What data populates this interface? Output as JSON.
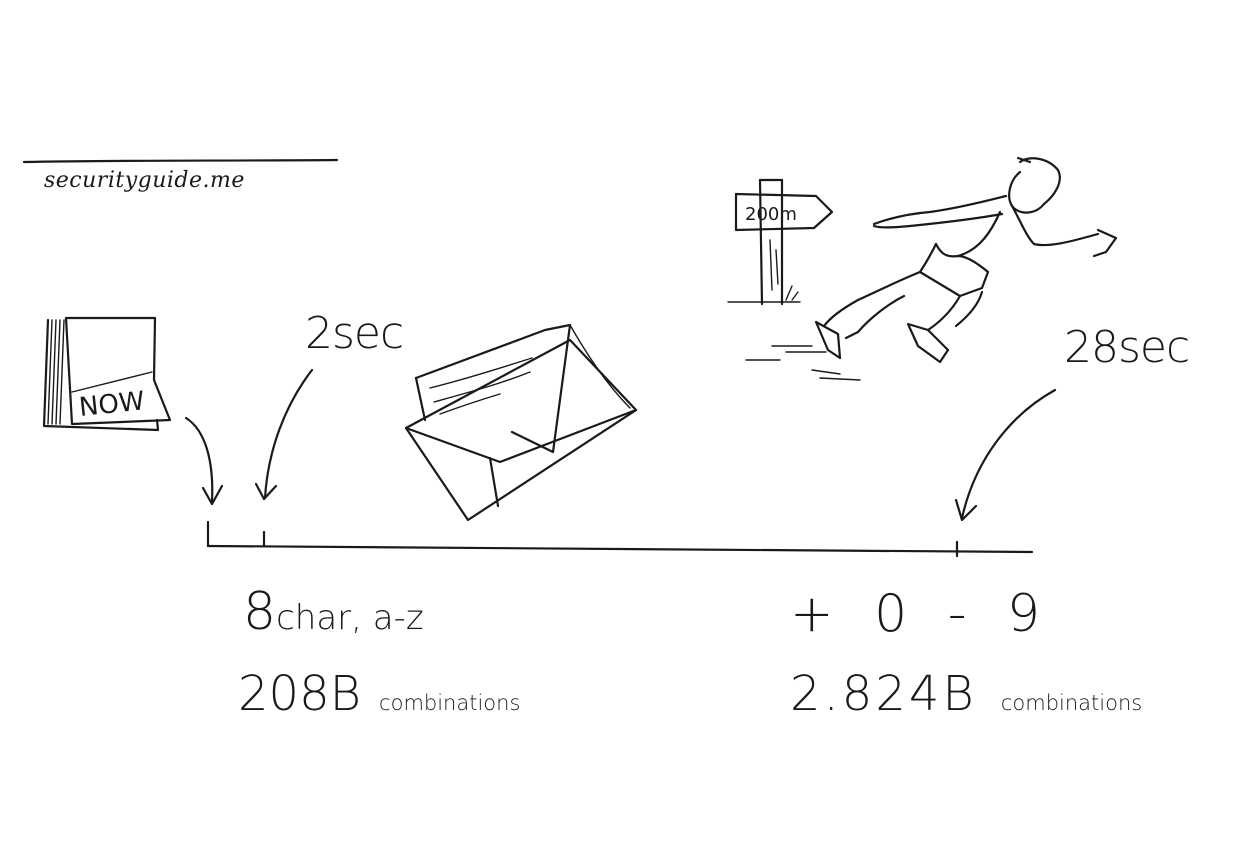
{
  "site": {
    "label": "securityguide.me"
  },
  "book": {
    "label": "NOW"
  },
  "signpost": {
    "label": "200m"
  },
  "timeline": {
    "marker_2sec": "2sec",
    "marker_28sec": "28sec"
  },
  "left_caption": {
    "line1_big": "8",
    "line1_rest": "char, a-z",
    "line2_big": "208B",
    "line2_small": "combinations"
  },
  "right_caption": {
    "line1": "+ 0 - 9",
    "line2_big": "2.824B",
    "line2_small": "combinations"
  },
  "colors": {
    "ink": "#1a1a1a",
    "paper": "#ffffff"
  }
}
